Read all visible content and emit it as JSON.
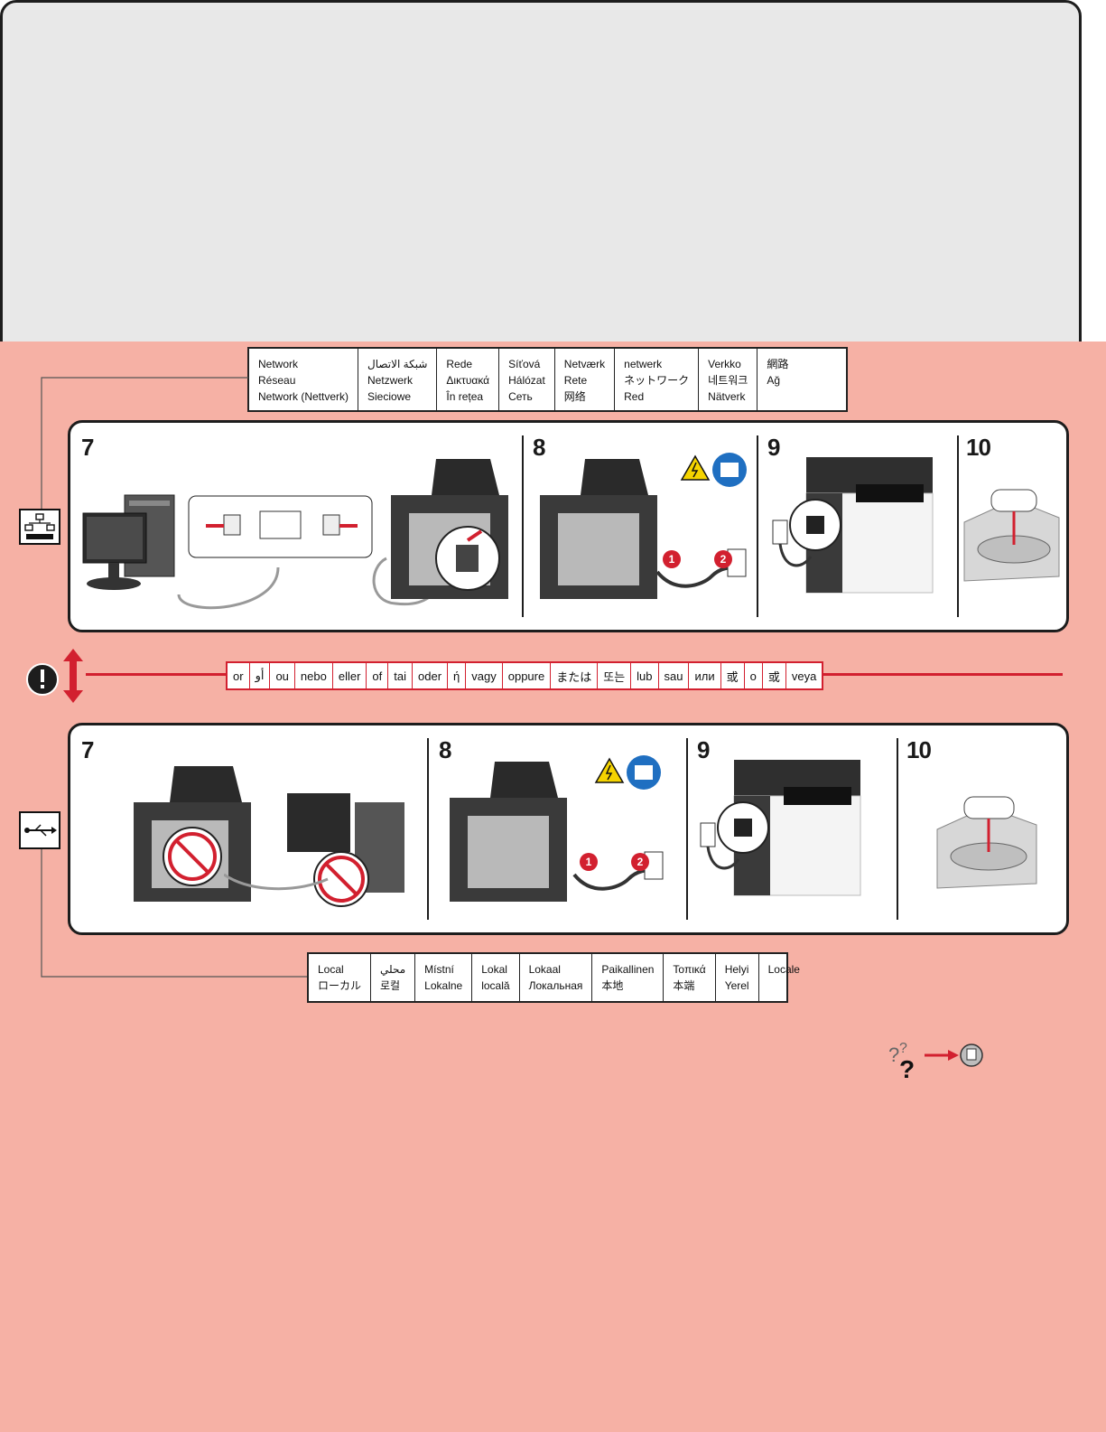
{
  "network_legend": {
    "columns": [
      [
        "Network",
        "Réseau",
        "Network (Nettverk)"
      ],
      [
        "شبكة الاتصال",
        "Netzwerk",
        "Sieciowe"
      ],
      [
        "Rede",
        "Δικτυακά",
        "În rețea"
      ],
      [
        "Síťová",
        "Hálózat",
        "Сеть"
      ],
      [
        "Netværk",
        "Rete",
        "网络"
      ],
      [
        "netwerk",
        "ネットワーク",
        "Red"
      ],
      [
        "Verkko",
        "네트워크",
        "Nätverk"
      ],
      [
        "網路",
        "Ağ"
      ]
    ]
  },
  "local_legend": {
    "columns": [
      [
        "Local",
        "ローカル"
      ],
      [
        "محلي",
        "로컬"
      ],
      [
        "Místní",
        "Lokalne"
      ],
      [
        "Lokal",
        "locală"
      ],
      [
        "Lokaal",
        "Локальная"
      ],
      [
        "Paikallinen",
        "本地"
      ],
      [
        "Τοπικά",
        "本端"
      ],
      [
        "Helyi",
        "Yerel"
      ],
      [
        "Locale"
      ]
    ]
  },
  "or_bar": [
    "or",
    "أو",
    "ou",
    "nebo",
    "eller",
    "of",
    "tai",
    "oder",
    "ή",
    "vagy",
    "oppure",
    "または",
    "또는",
    "lub",
    "sau",
    "или",
    "或",
    "o",
    "或",
    "veya"
  ],
  "network_steps": [
    "7",
    "8",
    "9",
    "10"
  ],
  "local_steps": [
    "7",
    "8",
    "9",
    "10"
  ],
  "badges": [
    "1",
    "2"
  ],
  "icons": {
    "network": "network-icon",
    "usb": "usb-icon",
    "warning": "exclamation-icon",
    "help": "question-marks-icon",
    "electric": "electric-hazard-icon",
    "manual": "manual-book-icon"
  },
  "colors": {
    "red": "#d2202f",
    "pink_bg": "#f6b1a5",
    "gray_bg": "#e8e8e8",
    "printer_dark": "#3a3a3a",
    "manual_blue": "#1f6fc1"
  }
}
